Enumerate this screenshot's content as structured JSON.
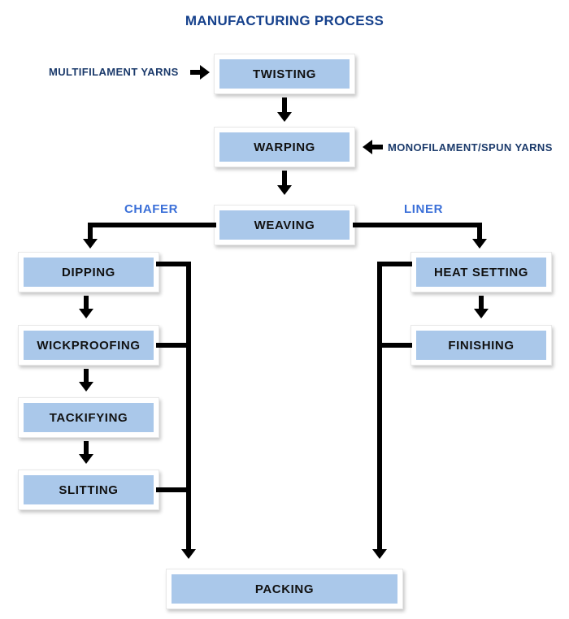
{
  "diagram": {
    "title": "MANUFACTURING PROCESS",
    "title_color": "#16418c",
    "box_fill_color": "#aac8ea",
    "box_frame_color": "#ffffff",
    "connector_color": "#000000",
    "branch_label_color": "#3a6fd8",
    "input_label_color": "#1b3a6b"
  },
  "nodes": {
    "twisting": {
      "label": "TWISTING"
    },
    "warping": {
      "label": "WARPING"
    },
    "weaving": {
      "label": "WEAVING"
    },
    "dipping": {
      "label": "DIPPING"
    },
    "wickproofing": {
      "label": "WICKPROOFING"
    },
    "tackifying": {
      "label": "TACKIFYING"
    },
    "slitting": {
      "label": "SLITTING"
    },
    "heat_setting": {
      "label": "HEAT SETTING"
    },
    "finishing": {
      "label": "FINISHING"
    },
    "packing": {
      "label": "PACKING"
    }
  },
  "inputs": {
    "multifilament": {
      "label": "MULTIFILAMENT YARNS"
    },
    "monofilament": {
      "label": "MONOFILAMENT/SPUN YARNS"
    }
  },
  "branches": {
    "left": {
      "label": "CHAFER"
    },
    "right": {
      "label": "LINER"
    }
  },
  "chart_data": {
    "type": "diagram",
    "title": "MANUFACTURING PROCESS",
    "nodes": [
      "TWISTING",
      "WARPING",
      "WEAVING",
      "DIPPING",
      "WICKPROOFING",
      "TACKIFYING",
      "SLITTING",
      "HEAT SETTING",
      "FINISHING",
      "PACKING"
    ],
    "external_inputs": [
      {
        "label": "MULTIFILAMENT YARNS",
        "target": "TWISTING"
      },
      {
        "label": "MONOFILAMENT/SPUN YARNS",
        "target": "WARPING"
      }
    ],
    "branch_labels": [
      {
        "label": "CHAFER",
        "side": "left"
      },
      {
        "label": "LINER",
        "side": "right"
      }
    ],
    "edges": [
      {
        "from": "MULTIFILAMENT YARNS",
        "to": "TWISTING"
      },
      {
        "from": "TWISTING",
        "to": "WARPING"
      },
      {
        "from": "MONOFILAMENT/SPUN YARNS",
        "to": "WARPING"
      },
      {
        "from": "WARPING",
        "to": "WEAVING"
      },
      {
        "from": "WEAVING",
        "to": "DIPPING",
        "label": "CHAFER"
      },
      {
        "from": "WEAVING",
        "to": "HEAT SETTING",
        "label": "LINER"
      },
      {
        "from": "DIPPING",
        "to": "WICKPROOFING"
      },
      {
        "from": "WICKPROOFING",
        "to": "TACKIFYING"
      },
      {
        "from": "TACKIFYING",
        "to": "SLITTING"
      },
      {
        "from": "DIPPING",
        "to": "PACKING"
      },
      {
        "from": "WICKPROOFING",
        "to": "PACKING"
      },
      {
        "from": "SLITTING",
        "to": "PACKING"
      },
      {
        "from": "HEAT SETTING",
        "to": "PACKING"
      },
      {
        "from": "FINISHING",
        "to": "PACKING"
      },
      {
        "from": "HEAT SETTING",
        "to": "FINISHING"
      }
    ]
  }
}
